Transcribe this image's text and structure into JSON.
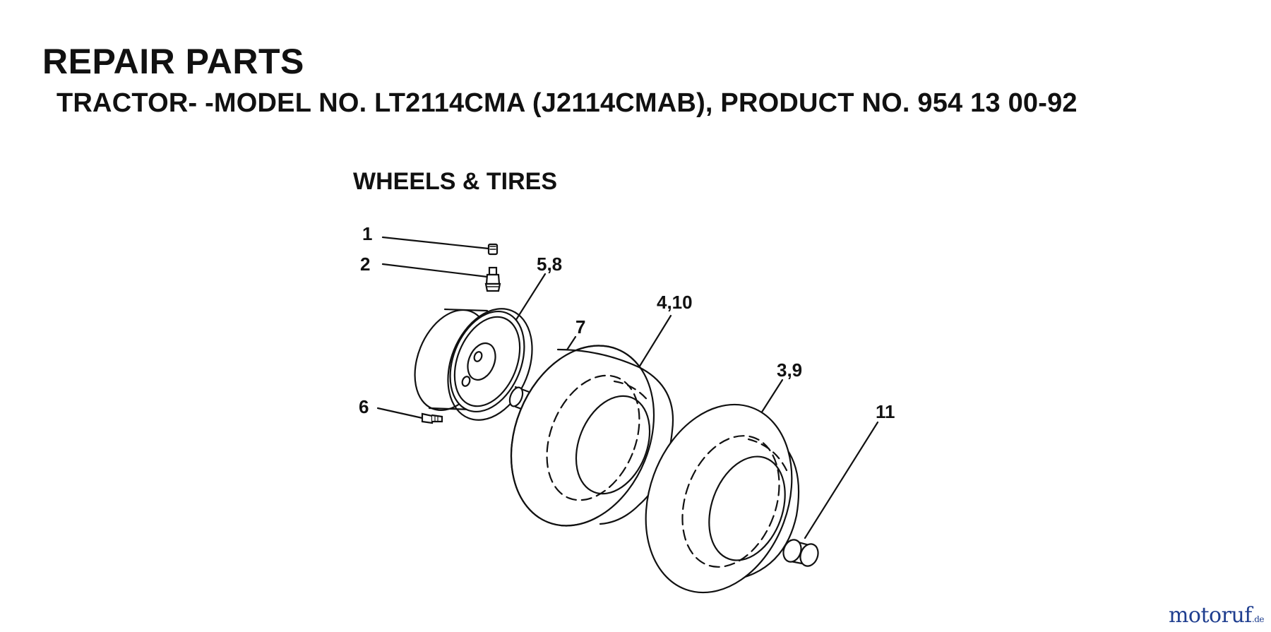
{
  "header": {
    "title": "REPAIR PARTS",
    "subtitle": "TRACTOR- -MODEL NO. LT2114CMA (J2114CMAB), PRODUCT NO. 954 13 00-92"
  },
  "diagram": {
    "section_title": "WHEELS & TIRES",
    "callouts": [
      {
        "id": "c1",
        "text": "1"
      },
      {
        "id": "c2",
        "text": "2"
      },
      {
        "id": "c58",
        "text": "5,8"
      },
      {
        "id": "c410",
        "text": "4,10"
      },
      {
        "id": "c7",
        "text": "7"
      },
      {
        "id": "c39",
        "text": "3,9"
      },
      {
        "id": "c6",
        "text": "6"
      },
      {
        "id": "c11",
        "text": "11"
      }
    ]
  },
  "watermark": {
    "name_a": "motor",
    "name_b": "uf",
    "tld": ".de"
  },
  "colors": {
    "ink": "#111111",
    "watermark_blue": "#1f3e8f",
    "watermark_orange": "#e07a10"
  }
}
